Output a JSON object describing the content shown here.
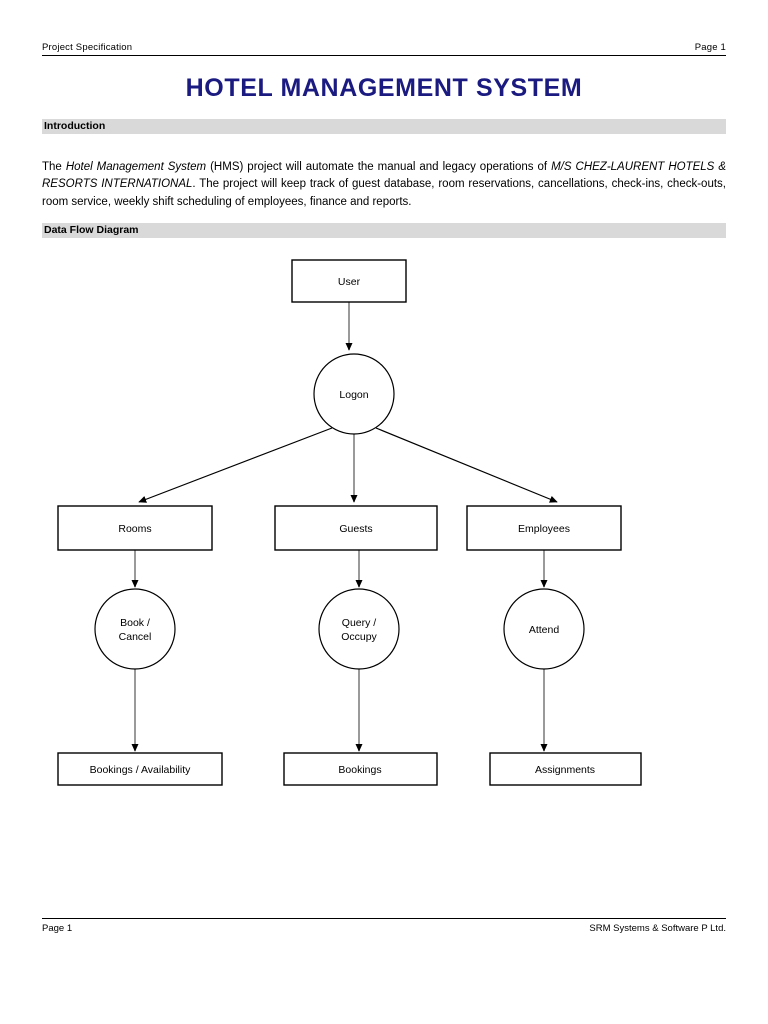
{
  "header": {
    "left": "Project Specification",
    "right": "Page 1"
  },
  "title": "HOTEL MANAGEMENT SYSTEM",
  "sections": {
    "introduction": {
      "heading": "Introduction",
      "paragraph": {
        "t1": "The ",
        "em1": "Hotel Management System",
        "t2": " (HMS) project will automate the manual and legacy operations of ",
        "em2": "M/S CHEZ-LAURENT HOTELS & RESORTS INTERNATIONAL",
        "t3": ". The project will keep track of guest database, room reservations, cancellations, check-ins, check-outs, room service, weekly shift scheduling of employees, finance and reports."
      }
    },
    "data_flow_diagram": {
      "heading": "Data Flow Diagram"
    }
  },
  "diagram": {
    "nodes": {
      "user": "User",
      "logon": "Logon",
      "rooms": "Rooms",
      "guests": "Guests",
      "employees": "Employees",
      "book_cancel_line1": "Book /",
      "book_cancel_line2": "Cancel",
      "query_occupy_line1": "Query /",
      "query_occupy_line2": "Occupy",
      "attend": "Attend",
      "bookings_availability": "Bookings / Availability",
      "bookings": "Bookings",
      "assignments": "Assignments"
    },
    "colors": {
      "stroke": "#000000",
      "connector": "#808080",
      "fill": "#ffffff"
    }
  },
  "footer": {
    "left": "Page 1",
    "right": "SRM Systems & Software P Ltd."
  }
}
